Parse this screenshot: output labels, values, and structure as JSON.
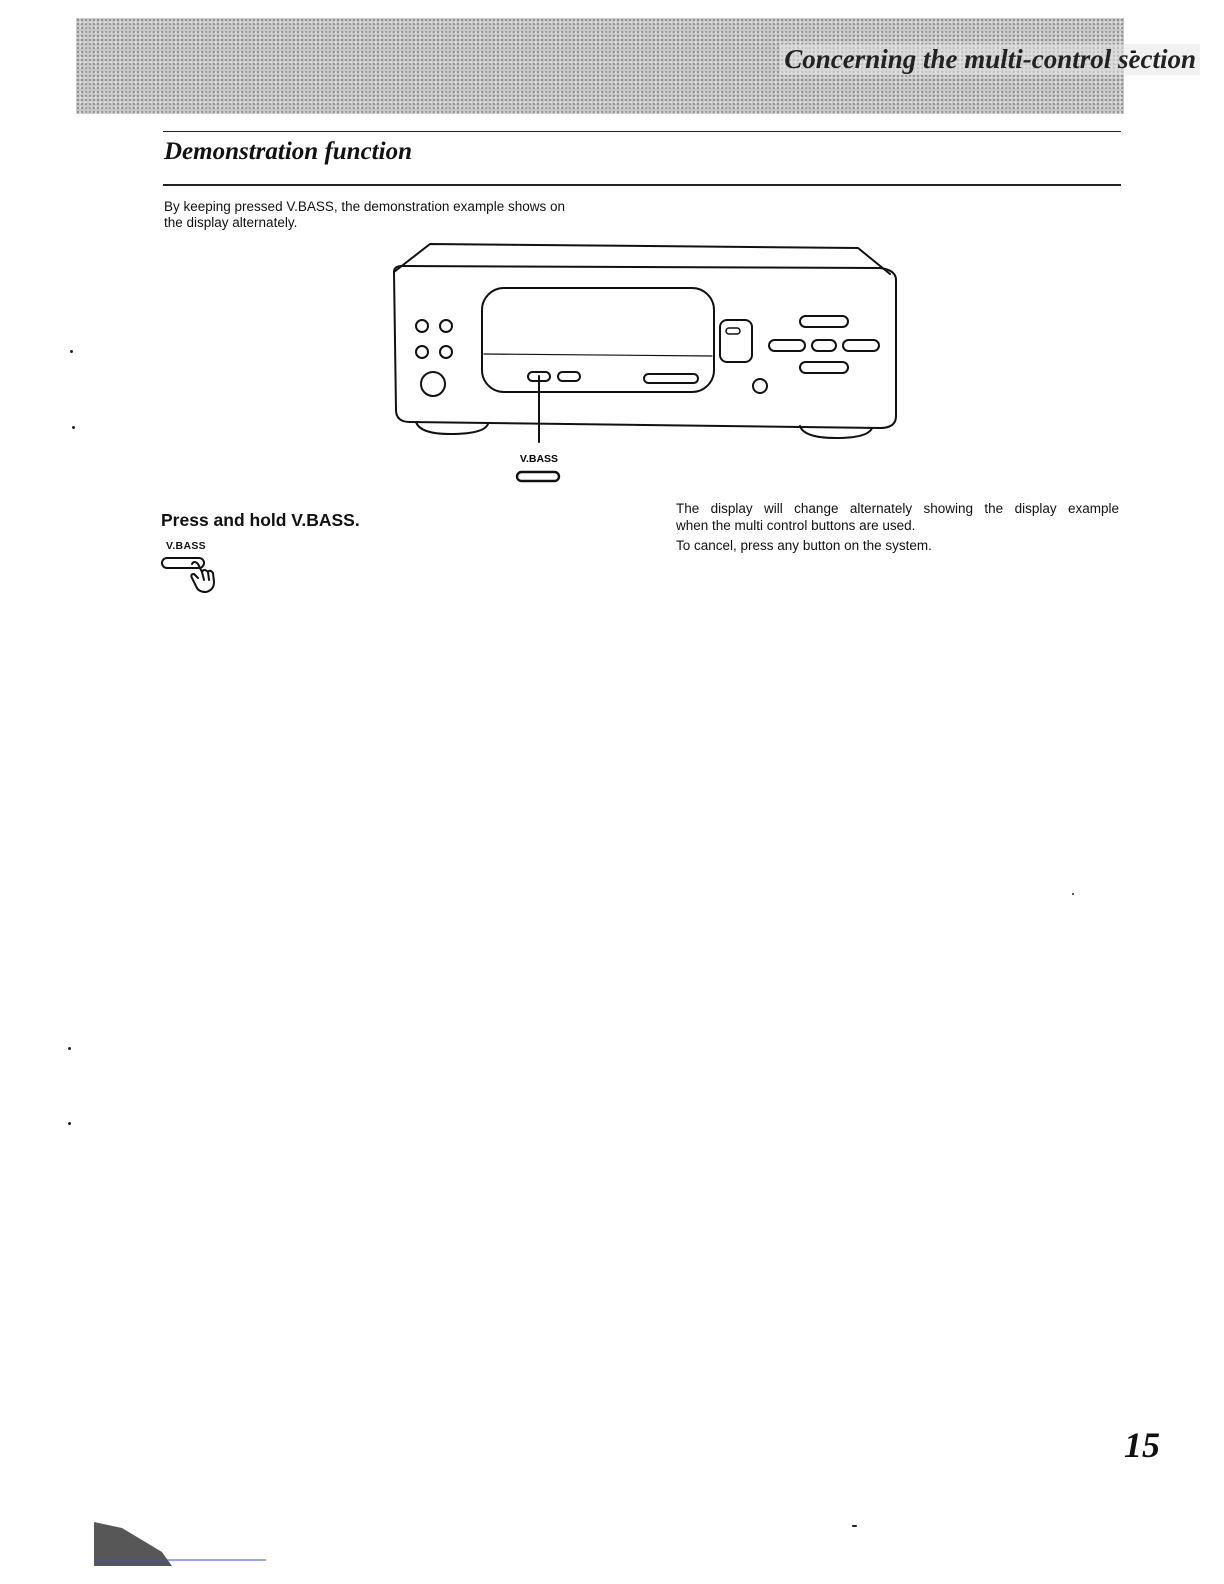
{
  "header": {
    "section_title": "Concerning the multi-control section",
    "side_mark": "-"
  },
  "section": {
    "title": "Demonstration function",
    "intro_line1": "By keeping pressed V.BASS, the demonstration example shows on",
    "intro_line2": "the display alternately."
  },
  "figure": {
    "button_label": "V.BASS"
  },
  "step": {
    "heading": "Press and hold V.BASS.",
    "button_label": "V.BASS"
  },
  "result": {
    "line1": "The display will change alternately showing the display example",
    "line2": "when the multi control buttons are used.",
    "line3": "To cancel, press any button on the system."
  },
  "page_number": "15"
}
